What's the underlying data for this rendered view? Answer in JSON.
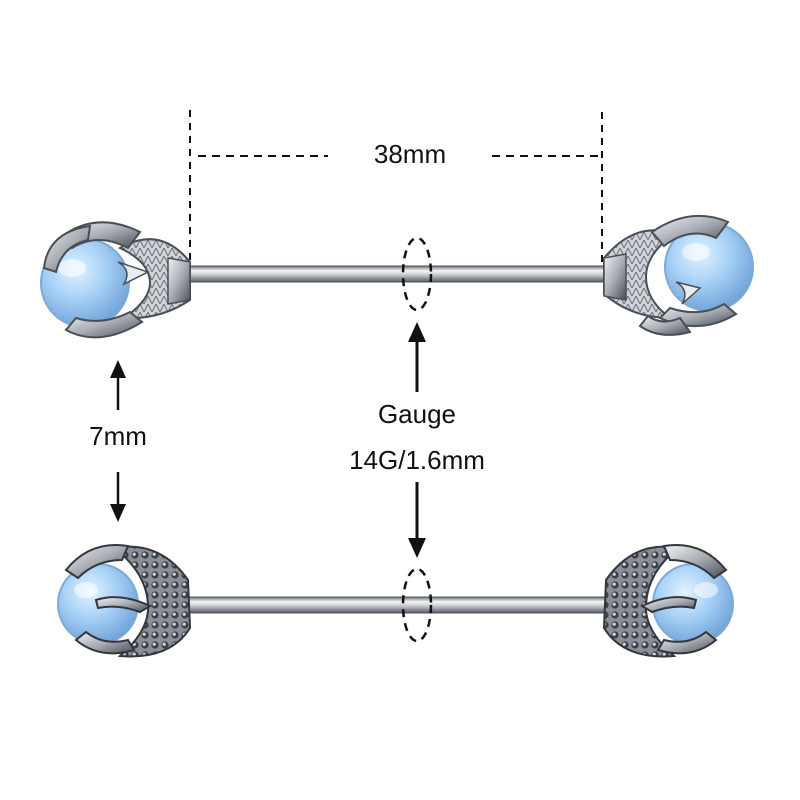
{
  "labels": {
    "length": "38mm",
    "ball_size": "7mm",
    "gauge_title": "Gauge",
    "gauge_value": "14G/1.6mm"
  },
  "colors": {
    "background": "#ffffff",
    "metal": "#b8bcc2",
    "metal_dark": "#5b6068",
    "opal_blue": "#a9d3f7",
    "dimension_lines": "#111111"
  },
  "icons": {
    "top_left_end": "dragon-claw-icon",
    "top_right_end": "dragon-claw-icon",
    "bottom_left_end": "scaled-claw-icon",
    "bottom_right_end": "scaled-claw-icon"
  }
}
